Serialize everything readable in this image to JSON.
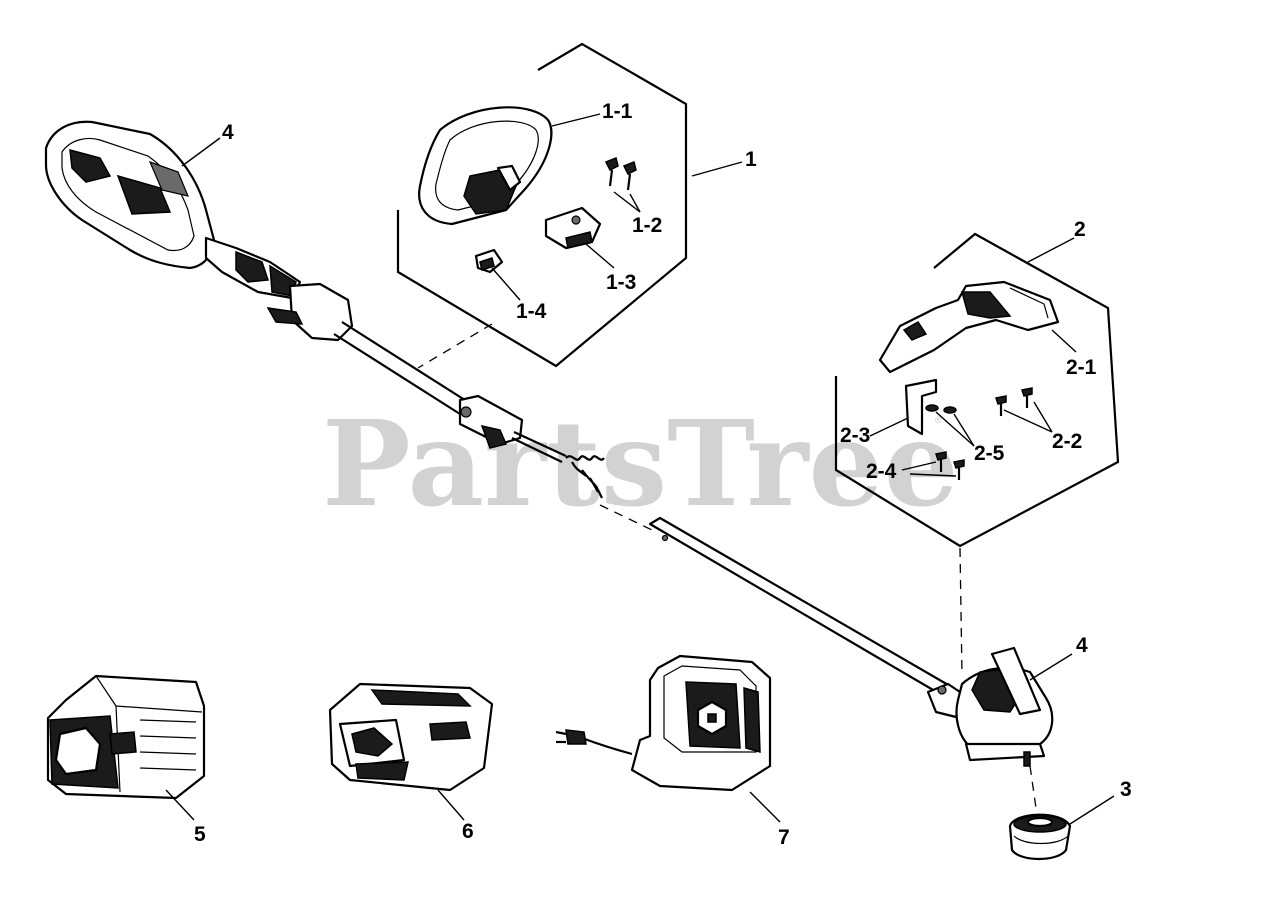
{
  "watermark": {
    "text": "PartsTree",
    "mark": "®"
  },
  "callouts": {
    "c_4_top": "4",
    "c_1": "1",
    "c_1_1": "1-1",
    "c_1_2": "1-2",
    "c_1_3": "1-3",
    "c_1_4": "1-4",
    "c_2": "2",
    "c_2_1": "2-1",
    "c_2_2": "2-2",
    "c_2_3": "2-3",
    "c_2_4": "2-4",
    "c_2_5": "2-5",
    "c_3": "3",
    "c_4_head": "4",
    "c_5": "5",
    "c_6": "6",
    "c_7": "7"
  }
}
